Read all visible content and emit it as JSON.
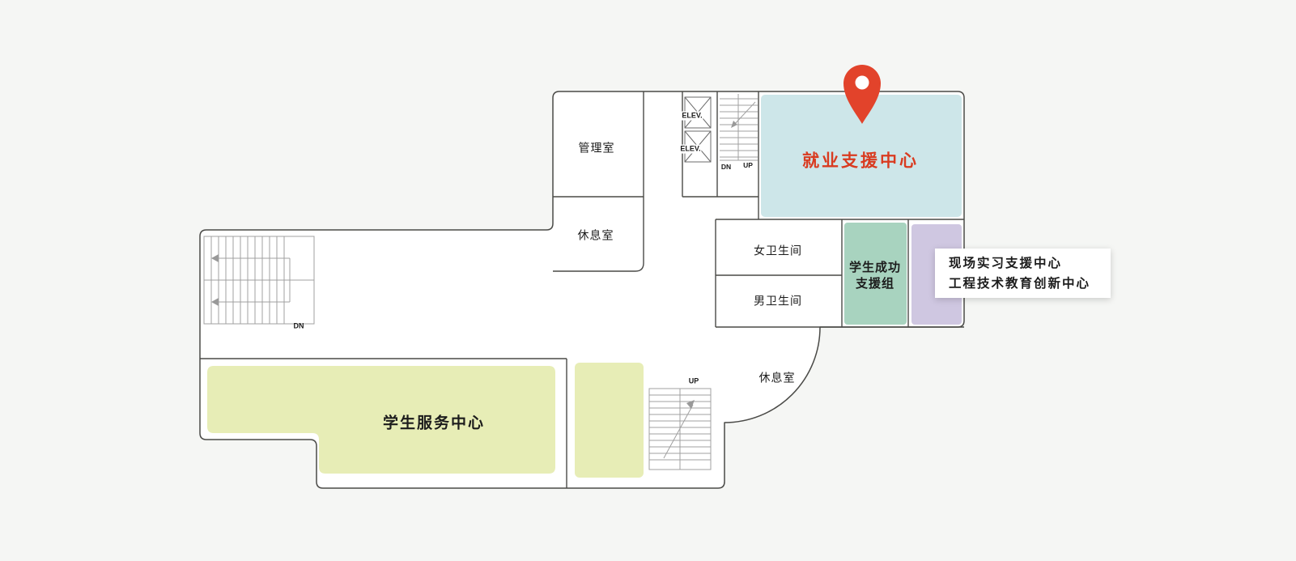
{
  "colors": {
    "background": "#f5f6f4",
    "wall": "#4a4a47",
    "accent_red": "#e2432b",
    "highlight_text_red": "#d93b20",
    "teal_room": "#cde6e9",
    "green_room": "#a8d3bf",
    "purple_room": "#cfc7e1",
    "yellow_room": "#e7edb6"
  },
  "rooms": {
    "management": {
      "label": "管理室"
    },
    "rest_top": {
      "label": "休息室"
    },
    "employment_center": {
      "label": "就业支援中心"
    },
    "womens_restroom": {
      "label": "女卫生间"
    },
    "mens_restroom": {
      "label": "男卫生间"
    },
    "student_success": {
      "line1": "学生成功",
      "line2": "支援组"
    },
    "rest_bottom": {
      "label": "休息室"
    },
    "student_service": {
      "label": "学生服务中心"
    }
  },
  "callout": {
    "line1": "现场实习支援中心",
    "line2": "工程技术教育创新中心"
  },
  "markers": {
    "elev": "ELEV.",
    "dn": "DN",
    "up": "UP"
  }
}
